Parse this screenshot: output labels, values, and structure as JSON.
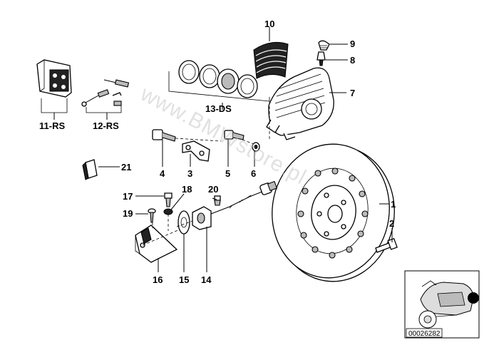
{
  "watermark": "www.BMWstore.pl",
  "diagram_code": "00026282",
  "callouts": {
    "c1": "1",
    "c2": "2",
    "c3": "3",
    "c4": "4",
    "c5": "5",
    "c6": "6",
    "c7": "7",
    "c8": "8",
    "c9": "9",
    "c10": "10",
    "c11": "11-RS",
    "c12": "12-RS",
    "c13": "13-DS",
    "c14": "14",
    "c15": "15",
    "c16": "16",
    "c17": "17",
    "c18": "18",
    "c19": "19",
    "c20": "20",
    "c21": "21"
  }
}
